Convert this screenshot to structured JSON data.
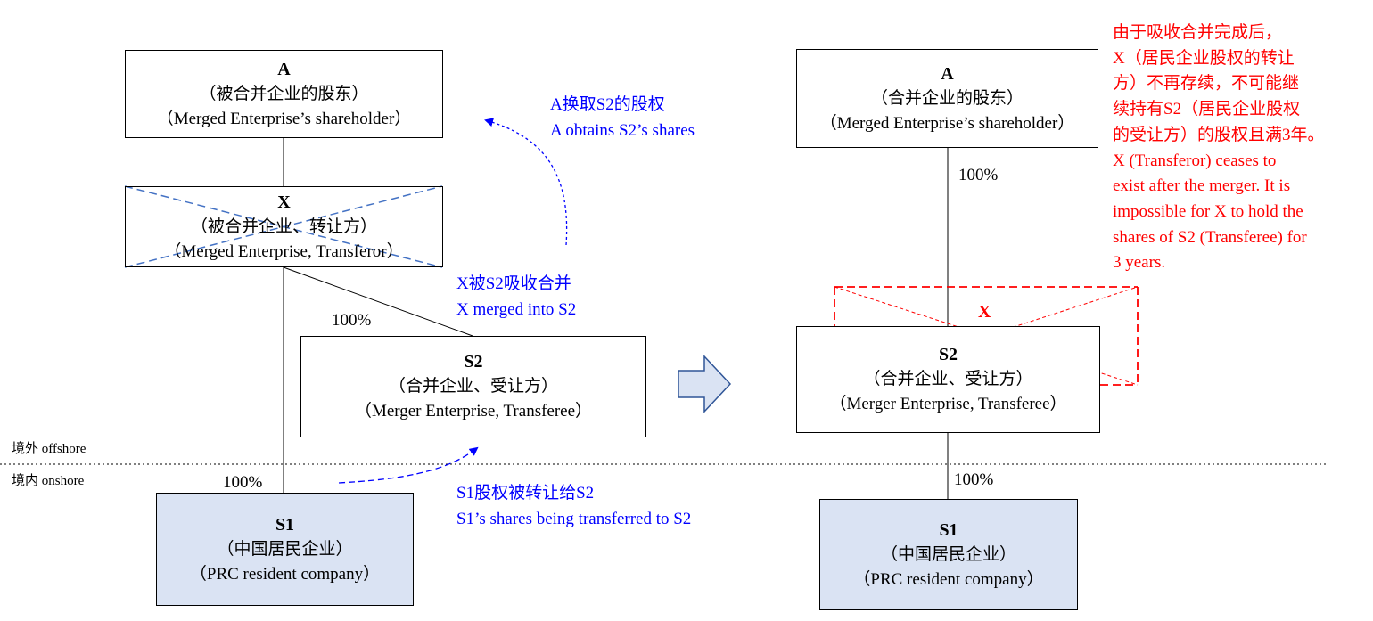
{
  "left": {
    "box_a": {
      "title": "A",
      "cn": "（被合并企业的股东）",
      "en": "（Merged Enterprise’s shareholder）"
    },
    "box_x": {
      "title": "X",
      "cn": "（被合并企业、转让方）",
      "en": "（Merged Enterprise, Transferor）"
    },
    "box_s2": {
      "title": "S2",
      "cn": "（合并企业、受让方）",
      "en": "（Merger Enterprise, Transferee）"
    },
    "box_s1": {
      "title": "S1",
      "cn": "（中国居民企业）",
      "en": "（PRC resident company）"
    },
    "pct_s2": "100%",
    "pct_s1": "100%",
    "ann_a": {
      "cn": "A换取S2的股权",
      "en": "A obtains S2’s shares"
    },
    "ann_x": {
      "cn": "X被S2吸收合并",
      "en": "X merged into S2"
    },
    "ann_s1": {
      "cn": "S1股权被转让给S2",
      "en": "S1’s shares being transferred to S2"
    }
  },
  "labels": {
    "offshore": "境外 offshore",
    "onshore": "境内 onshore"
  },
  "right": {
    "box_a": {
      "title": "A",
      "cn": "（合并企业的股东）",
      "en": "（Merged Enterprise’s shareholder）"
    },
    "box_s2": {
      "title": "S2",
      "cn": "（合并企业、受让方）",
      "en": "（Merger Enterprise, Transferee）"
    },
    "box_s1": {
      "title": "S1",
      "cn": "（中国居民企业）",
      "en": "（PRC resident company）"
    },
    "pct_a": "100%",
    "pct_s1": "100%",
    "x_mark": "X"
  },
  "note": {
    "cn_lines": [
      "由于吸收合并完成后，",
      "X（居民企业股权的转让",
      "方）不再存续，不可能继",
      "续持有S2（居民企业股权",
      "的受让方）的股权且满3年。"
    ],
    "en_lines": [
      "X (Transferor) ceases to",
      "exist after the merger.  It is",
      "impossible for X to hold the",
      "shares of S2 (Transferee) for",
      "3 years."
    ]
  },
  "colors": {
    "annotation": "#0000ff",
    "warning": "#ff0000",
    "s1_fill": "#dae3f3",
    "arrow_fill": "#dae3f3",
    "arrow_stroke": "#2f5597",
    "cross": "#4472c4"
  }
}
